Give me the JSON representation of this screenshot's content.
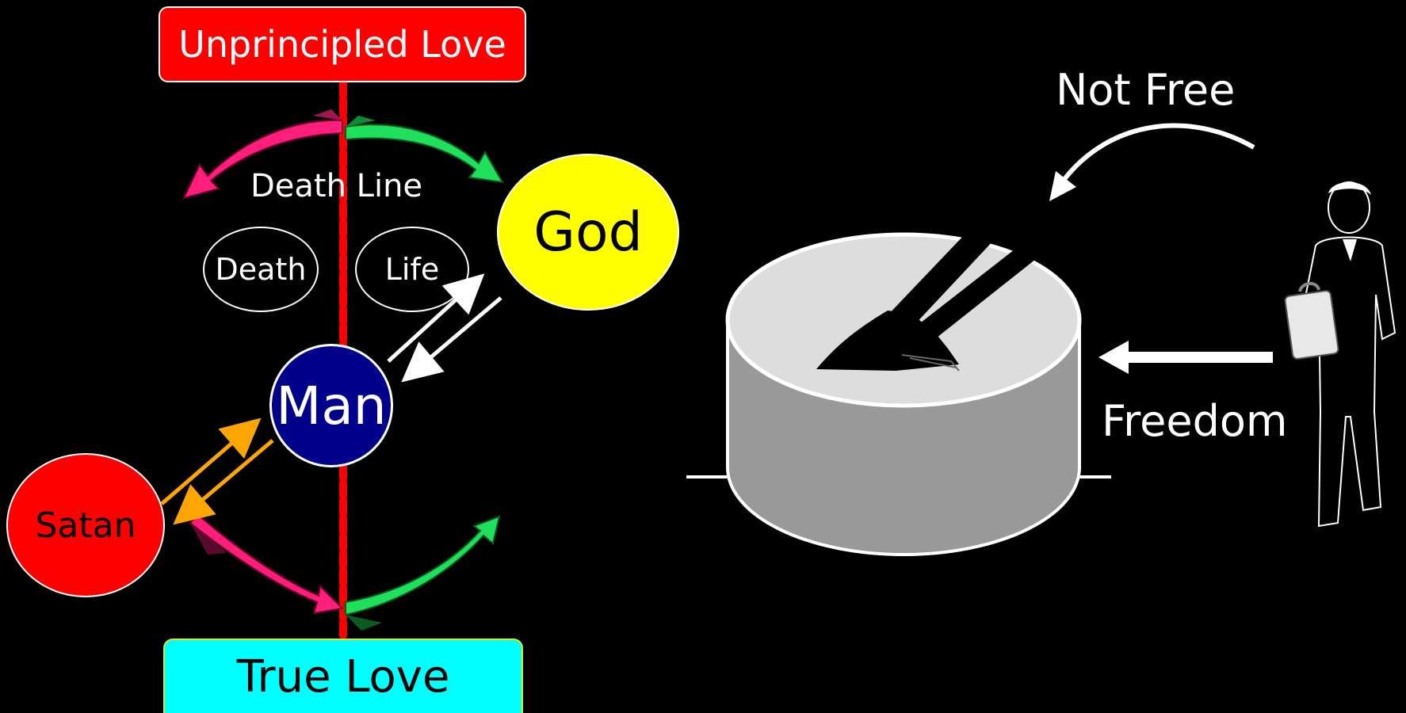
{
  "top_box": {
    "label": "Unprincipled Love",
    "color": "#ff0000"
  },
  "bottom_box": {
    "label": "True Love",
    "color": "#00ffff"
  },
  "left_diagram": {
    "death_line_label": "Death Line",
    "death_label": "Death",
    "life_label": "Life",
    "god_label": "God",
    "man_label": "Man",
    "satan_label": "Satan",
    "colors": {
      "death_line": "#ff0000",
      "god": "#ffff00",
      "man": "#00008b",
      "satan": "#ff0000",
      "man_god_arrows": "#ffffff",
      "man_satan_arrows": "#ffa500",
      "pink_arrows": "#ff1f7a",
      "green_arrows": "#1fe05a"
    }
  },
  "right_diagram": {
    "not_free_label": "Not Free",
    "freedom_label": "Freedom",
    "icons": [
      "cylinder-icon",
      "hand-pinched-by-pliers-icon",
      "businessman-with-briefcase-icon"
    ]
  }
}
